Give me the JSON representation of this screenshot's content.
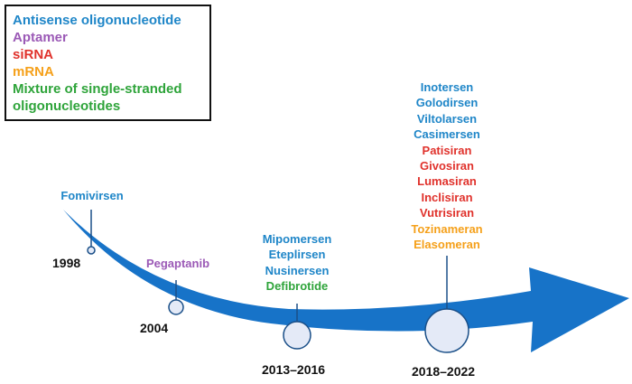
{
  "colors": {
    "antisense": "#1f86c8",
    "aptamer": "#9b59b6",
    "sirna": "#e0322c",
    "mrna": "#f5a01a",
    "mixture": "#2ea43a",
    "arrow": "#1773c8",
    "node_fill": "#e4eaf7",
    "year_text": "#111111"
  },
  "legend": {
    "items": [
      {
        "text": "Antisense oligonucleotide",
        "color_key": "antisense"
      },
      {
        "text": "Aptamer",
        "color_key": "aptamer"
      },
      {
        "text": "siRNA",
        "color_key": "sirna"
      },
      {
        "text": "mRNA",
        "color_key": "mrna"
      },
      {
        "text": "Mixture of single-stranded",
        "color_key": "mixture"
      },
      {
        "text": "oligonucleotides",
        "color_key": "mixture"
      }
    ]
  },
  "milestones": [
    {
      "year": "1998",
      "drugs": [
        {
          "name": "Fomivirsen",
          "color_key": "antisense"
        }
      ]
    },
    {
      "year": "2004",
      "drugs": [
        {
          "name": "Pegaptanib",
          "color_key": "aptamer"
        }
      ]
    },
    {
      "year": "2013–2016",
      "drugs": [
        {
          "name": "Mipomersen",
          "color_key": "antisense"
        },
        {
          "name": "Eteplirsen",
          "color_key": "antisense"
        },
        {
          "name": "Nusinersen",
          "color_key": "antisense"
        },
        {
          "name": "Defibrotide",
          "color_key": "mixture"
        }
      ]
    },
    {
      "year": "2018–2022",
      "drugs": [
        {
          "name": "Inotersen",
          "color_key": "antisense"
        },
        {
          "name": "Golodirsen",
          "color_key": "antisense"
        },
        {
          "name": "Viltolarsen",
          "color_key": "antisense"
        },
        {
          "name": "Casimersen",
          "color_key": "antisense"
        },
        {
          "name": "Patisiran",
          "color_key": "sirna"
        },
        {
          "name": "Givosiran",
          "color_key": "sirna"
        },
        {
          "name": "Lumasiran",
          "color_key": "sirna"
        },
        {
          "name": "Inclisiran",
          "color_key": "sirna"
        },
        {
          "name": "Vutrisiran",
          "color_key": "sirna"
        },
        {
          "name": "Tozinameran",
          "color_key": "mrna"
        },
        {
          "name": "Elasomeran",
          "color_key": "mrna"
        }
      ]
    }
  ]
}
